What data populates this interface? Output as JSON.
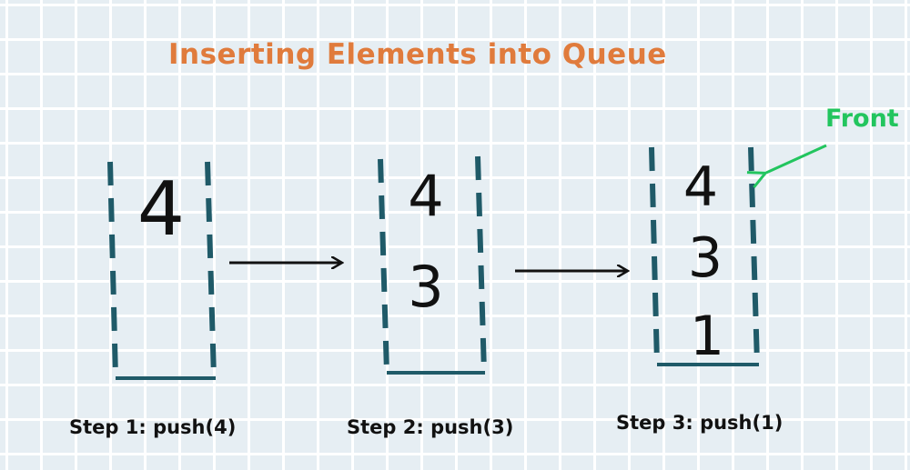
{
  "title": "Inserting Elements into Queue",
  "front_label": "Front",
  "colors": {
    "title": "#e07b3c",
    "container": "#1f5a68",
    "front": "#22c55e",
    "ink": "#111111",
    "grid_bg": "#e6eef3",
    "grid_line": "#ffffff"
  },
  "steps": [
    {
      "label": "Step 1: push(4)",
      "elements": [
        "4"
      ]
    },
    {
      "label": "Step 2: push(3)",
      "elements": [
        "4",
        "3"
      ]
    },
    {
      "label": "Step 3: push(1)",
      "elements": [
        "4",
        "3",
        "1"
      ]
    }
  ]
}
